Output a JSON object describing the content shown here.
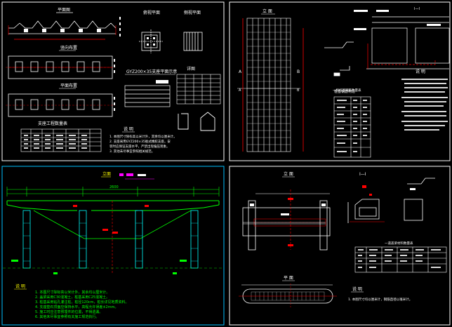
{
  "colors": {
    "background": "#000000",
    "frame": "#ffffff",
    "frame_active": "#00bfff",
    "line_white": "#ffffff",
    "line_red": "#ff0000",
    "line_green": "#00ff00",
    "line_yellow": "#ffff00",
    "line_cyan": "#00ffff",
    "line_magenta": "#ff00ff"
  },
  "panels": {
    "top_left": {
      "title_top": "平面图",
      "title_mid1": "竖向布置",
      "title_mid2": "平面布置",
      "title_table": "支座工程数量表",
      "title_small1": "俯视平面",
      "title_small2": "侧视平面",
      "title_spec": "GYZ200×35支座平面示意",
      "title_detail": "详图",
      "notes_title": "说 明",
      "note_lines": [
        "1. 本图尺寸除标高以米计外，其余均以厘米计。",
        "2. 支座采用GYZ200×35板式橡胶支座，安",
        "   装时应保证支座水平，严禁出现偏压现象。",
        "3. 其他未尽事宜参照相关规范。"
      ]
    },
    "top_right": {
      "title_elev": "立 面",
      "title_section": "桩基钢筋构造",
      "table_title": "一根桩基钢筋数量表",
      "notes_title": "说 明",
      "label_a": "A",
      "label_b": "B"
    },
    "bottom_left": {
      "title": "立面",
      "dim_total": "2600",
      "notes_title": "说 明",
      "note_lines": [
        "1. 本图尺寸除标高以米计外，其余均以厘米计。",
        "2. 盖梁采用C30混凝土，桩基采用C25混凝土。",
        "3. 桩基采用钻孔灌注桩，桩径120cm，桩长详见地质资料。",
        "4. 支座垫石顶面应保持水平，高程允许误差±2mm。",
        "5. 施工时应注意预埋件的位置，不得遗漏。",
        "6. 其他未尽事宜参照有关施工规范执行。"
      ]
    },
    "bottom_right": {
      "title_elev": "立 面",
      "title_plan": "平 面",
      "title_sec": "I—I",
      "table_title": "一道盖梁材料数量表",
      "notes_title": "说 明",
      "note_line": "1. 本图尺寸均以厘米计，钢筋直径以毫米计。"
    }
  }
}
